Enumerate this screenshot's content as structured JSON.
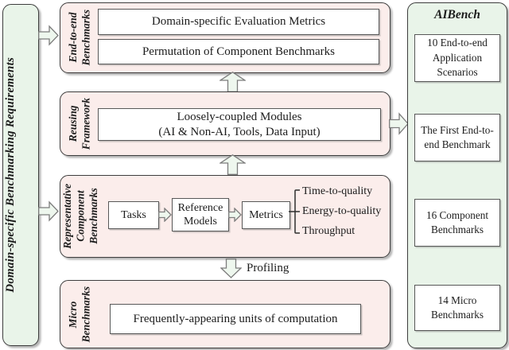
{
  "colors": {
    "panel_green": "#e9f4e9",
    "panel_pink": "#fbedeb",
    "box_white": "#ffffff",
    "border_dark": "#3d3d3d",
    "arrow_fill": "#eef7ee"
  },
  "left_bar": {
    "label": "Domain-specific Benchmarking Requirements"
  },
  "sections": {
    "end_to_end": {
      "label": "End-to-end\nBenchmarks",
      "boxes": [
        "Domain-specific Evaluation Metrics",
        "Permutation of Component Benchmarks"
      ]
    },
    "reusing": {
      "label": "Reusing\nFramework",
      "box": "Loosely-coupled Modules\n(AI & Non-AI, Tools, Data Input)"
    },
    "component": {
      "label": "Representative\nComponent\nBenchmarks",
      "flow": [
        "Tasks",
        "Reference\nModels",
        "Metrics"
      ],
      "metrics": [
        "Time-to-quality",
        "Energy-to-quality",
        "Throughput"
      ]
    },
    "micro": {
      "label": "Micro\nBenchmarks",
      "box": "Frequently-appearing units of computation"
    }
  },
  "profiling": {
    "label": "Profiling"
  },
  "aibench": {
    "title": "AIBench",
    "boxes": [
      "10 End-to-end\nApplication\nScenarios",
      "The First End-to-\nend Benchmark",
      "16 Component\nBenchmarks",
      "14 Micro\nBenchmarks"
    ]
  }
}
